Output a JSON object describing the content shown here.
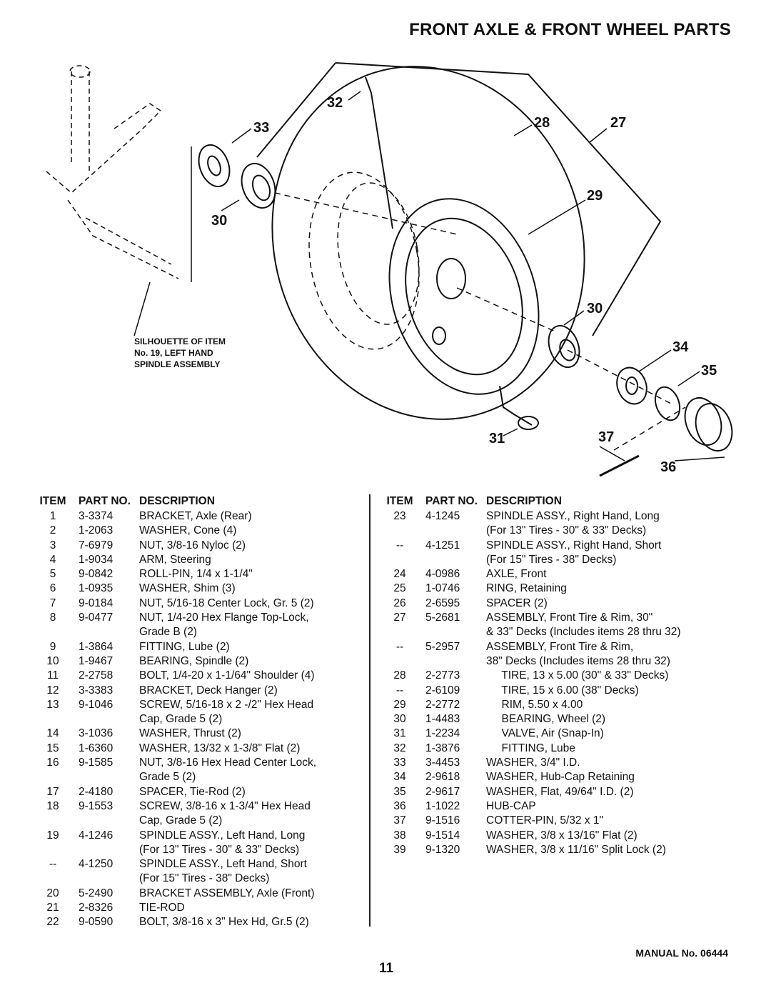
{
  "title": "FRONT AXLE & FRONT WHEEL PARTS",
  "silhouette_note": "SILHOUETTE OF ITEM No. 19, LEFT HAND SPINDLE ASSEMBLY",
  "callouts": [
    "32",
    "33",
    "28",
    "27",
    "29",
    "30",
    "30",
    "34",
    "35",
    "31",
    "37",
    "36"
  ],
  "table_headers": {
    "item": "ITEM",
    "part": "PART NO.",
    "desc": "DESCRIPTION"
  },
  "left_rows": [
    {
      "item": "1",
      "part": "3-3374",
      "desc": "BRACKET, Axle (Rear)"
    },
    {
      "item": "2",
      "part": "1-2063",
      "desc": "WASHER, Cone (4)"
    },
    {
      "item": "3",
      "part": "7-6979",
      "desc": "NUT, 3/8-16 Nyloc (2)"
    },
    {
      "item": "4",
      "part": "1-9034",
      "desc": "ARM, Steering"
    },
    {
      "item": "5",
      "part": "9-0842",
      "desc": "ROLL-PIN, 1/4 x 1-1/4\""
    },
    {
      "item": "6",
      "part": "1-0935",
      "desc": "WASHER, Shim (3)"
    },
    {
      "item": "7",
      "part": "9-0184",
      "desc": "NUT, 5/16-18 Center Lock, Gr. 5 (2)"
    },
    {
      "item": "8",
      "part": "9-0477",
      "desc": "NUT, 1/4-20 Hex Flange Top-Lock,"
    },
    {
      "item": "",
      "part": "",
      "desc": "Grade B (2)"
    },
    {
      "item": "9",
      "part": "1-3864",
      "desc": "FITTING, Lube (2)"
    },
    {
      "item": "10",
      "part": "1-9467",
      "desc": "BEARING, Spindle (2)"
    },
    {
      "item": "11",
      "part": "2-2758",
      "desc": "BOLT, 1/4-20 x 1-1/64\" Shoulder (4)"
    },
    {
      "item": "12",
      "part": "3-3383",
      "desc": "BRACKET, Deck Hanger (2)"
    },
    {
      "item": "13",
      "part": "9-1046",
      "desc": "SCREW, 5/16-18 x 2 -/2\" Hex Head"
    },
    {
      "item": "",
      "part": "",
      "desc": "Cap, Grade 5 (2)"
    },
    {
      "item": "14",
      "part": "3-1036",
      "desc": "WASHER, Thrust (2)"
    },
    {
      "item": "15",
      "part": "1-6360",
      "desc": "WASHER, 13/32 x 1-3/8\" Flat (2)"
    },
    {
      "item": "16",
      "part": "9-1585",
      "desc": "NUT, 3/8-16 Hex Head Center Lock,"
    },
    {
      "item": "",
      "part": "",
      "desc": "Grade 5 (2)"
    },
    {
      "item": "17",
      "part": "2-4180",
      "desc": "SPACER, Tie-Rod (2)"
    },
    {
      "item": "18",
      "part": "9-1553",
      "desc": "SCREW, 3/8-16 x 1-3/4\" Hex Head"
    },
    {
      "item": "",
      "part": "",
      "desc": "Cap, Grade 5 (2)"
    },
    {
      "item": "19",
      "part": "4-1246",
      "desc": "SPINDLE ASSY., Left Hand, Long"
    },
    {
      "item": "",
      "part": "",
      "desc": "(For 13\" Tires - 30\" & 33\" Decks)"
    },
    {
      "item": "--",
      "part": "4-1250",
      "desc": "SPINDLE ASSY., Left Hand, Short"
    },
    {
      "item": "",
      "part": "",
      "desc": "(For 15\" Tires - 38\" Decks)"
    },
    {
      "item": "20",
      "part": "5-2490",
      "desc": "BRACKET ASSEMBLY, Axle (Front)"
    },
    {
      "item": "21",
      "part": "2-8326",
      "desc": "TIE-ROD"
    },
    {
      "item": "22",
      "part": "9-0590",
      "desc": "BOLT, 3/8-16 x 3\" Hex Hd, Gr.5 (2)"
    }
  ],
  "right_rows": [
    {
      "item": "23",
      "part": "4-1245",
      "desc": "SPINDLE ASSY., Right Hand, Long"
    },
    {
      "item": "",
      "part": "",
      "desc": "(For 13\" Tires - 30\" & 33\" Decks)"
    },
    {
      "item": "--",
      "part": "4-1251",
      "desc": "SPINDLE ASSY., Right Hand, Short"
    },
    {
      "item": "",
      "part": "",
      "desc": "(For 15\" Tires - 38\" Decks)"
    },
    {
      "item": "24",
      "part": "4-0986",
      "desc": "AXLE, Front"
    },
    {
      "item": "25",
      "part": "1-0746",
      "desc": "RING, Retaining"
    },
    {
      "item": "26",
      "part": "2-6595",
      "desc": "SPACER (2)"
    },
    {
      "item": "27",
      "part": "5-2681",
      "desc": "ASSEMBLY, Front Tire & Rim, 30\""
    },
    {
      "item": "",
      "part": "",
      "desc": "& 33\" Decks (Includes items 28 thru 32)"
    },
    {
      "item": "--",
      "part": "5-2957",
      "desc": "ASSEMBLY, Front Tire & Rim,"
    },
    {
      "item": "",
      "part": "",
      "desc": "38\" Decks (Includes items 28 thru 32)"
    },
    {
      "item": "28",
      "part": "2-2773",
      "desc": "     TIRE, 13 x 5.00 (30\" & 33\" Decks)"
    },
    {
      "item": "--",
      "part": "2-6109",
      "desc": "     TIRE, 15 x 6.00 (38\" Decks)"
    },
    {
      "item": "29",
      "part": "2-2772",
      "desc": "     RIM, 5.50 x 4.00"
    },
    {
      "item": "30",
      "part": "1-4483",
      "desc": "     BEARING, Wheel (2)"
    },
    {
      "item": "31",
      "part": "1-2234",
      "desc": "     VALVE, Air (Snap-In)"
    },
    {
      "item": "32",
      "part": "1-3876",
      "desc": "     FITTING, Lube"
    },
    {
      "item": "33",
      "part": "3-4453",
      "desc": "WASHER, 3/4\" I.D."
    },
    {
      "item": "34",
      "part": "2-9618",
      "desc": "WASHER, Hub-Cap Retaining"
    },
    {
      "item": "35",
      "part": "2-9617",
      "desc": "WASHER, Flat, 49/64\" I.D. (2)"
    },
    {
      "item": "36",
      "part": "1-1022",
      "desc": "HUB-CAP"
    },
    {
      "item": "37",
      "part": "9-1516",
      "desc": "COTTER-PIN, 5/32 x 1\""
    },
    {
      "item": "38",
      "part": "9-1514",
      "desc": "WASHER, 3/8 x 13/16\" Flat (2)"
    },
    {
      "item": "39",
      "part": "9-1320",
      "desc": "WASHER, 3/8 x 11/16\" Split Lock (2)"
    }
  ],
  "manual_no": "MANUAL No. 06444",
  "page_number": "11"
}
